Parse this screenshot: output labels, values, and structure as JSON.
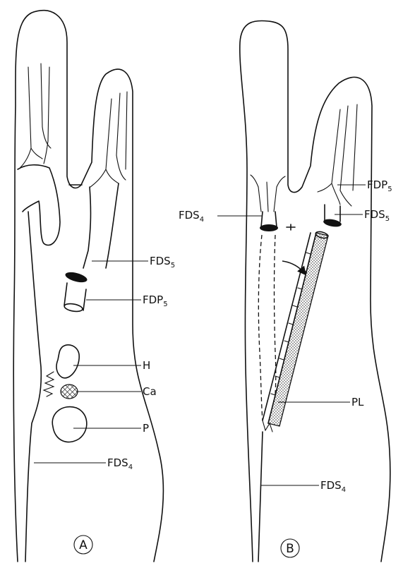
{
  "panels": [
    {
      "id": "A",
      "label": "A",
      "labels": [
        {
          "key": "fds5",
          "text": "FDS",
          "sub": "5"
        },
        {
          "key": "fdp5",
          "text": "FDP",
          "sub": "5"
        },
        {
          "key": "h",
          "text": "H",
          "sub": ""
        },
        {
          "key": "ca",
          "text": "Ca",
          "sub": ""
        },
        {
          "key": "p",
          "text": "P",
          "sub": ""
        },
        {
          "key": "fds4",
          "text": "FDS",
          "sub": "4"
        }
      ]
    },
    {
      "id": "B",
      "label": "B",
      "labels": [
        {
          "key": "fdp5",
          "text": "FDP",
          "sub": "5"
        },
        {
          "key": "fds4top",
          "text": "FDS",
          "sub": "4"
        },
        {
          "key": "fds5",
          "text": "FDS",
          "sub": "5"
        },
        {
          "key": "pl",
          "text": "PL",
          "sub": ""
        },
        {
          "key": "fds4",
          "text": "FDS",
          "sub": "4"
        }
      ]
    }
  ]
}
